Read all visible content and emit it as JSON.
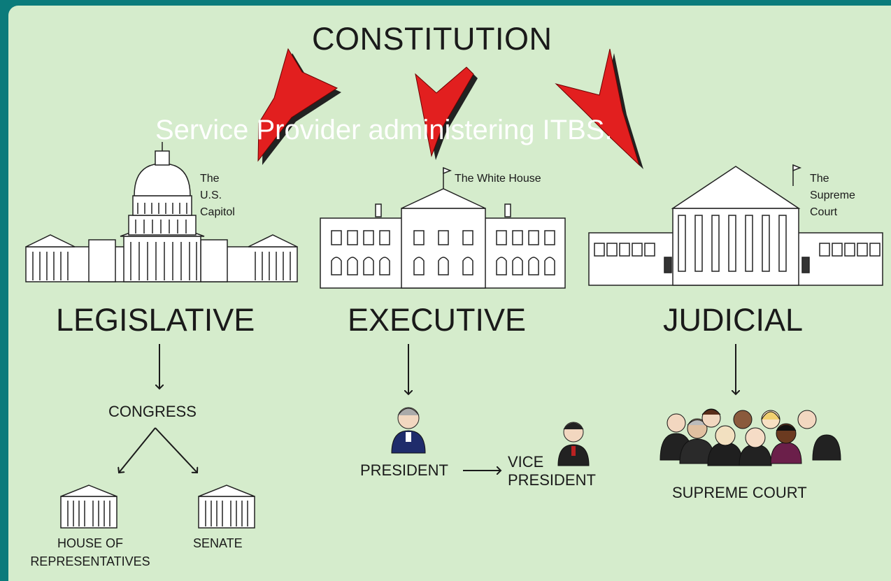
{
  "title": "CONSTITUTION",
  "overlay_text": "Service Provider administering ITBS.",
  "colors": {
    "background": "#0b7b7b",
    "panel": "#d5eccc",
    "arrow": "#e21f1f",
    "ink": "#1a1a1a"
  },
  "branches": {
    "legislative": {
      "name": "LEGISLATIVE",
      "building_lines": [
        "The",
        "U.S.",
        "Capitol"
      ],
      "body": "CONGRESS",
      "houses": {
        "house_line1": "HOUSE OF",
        "house_line2": "REPRESENTATIVES",
        "senate": "SENATE"
      }
    },
    "executive": {
      "name": "EXECUTIVE",
      "building_label": "The White House",
      "president": "PRESIDENT",
      "vice_line1": "VICE",
      "vice_line2": "PRESIDENT"
    },
    "judicial": {
      "name": "JUDICIAL",
      "building_lines": [
        "The",
        "Supreme",
        "Court"
      ],
      "court": "SUPREME COURT"
    }
  }
}
